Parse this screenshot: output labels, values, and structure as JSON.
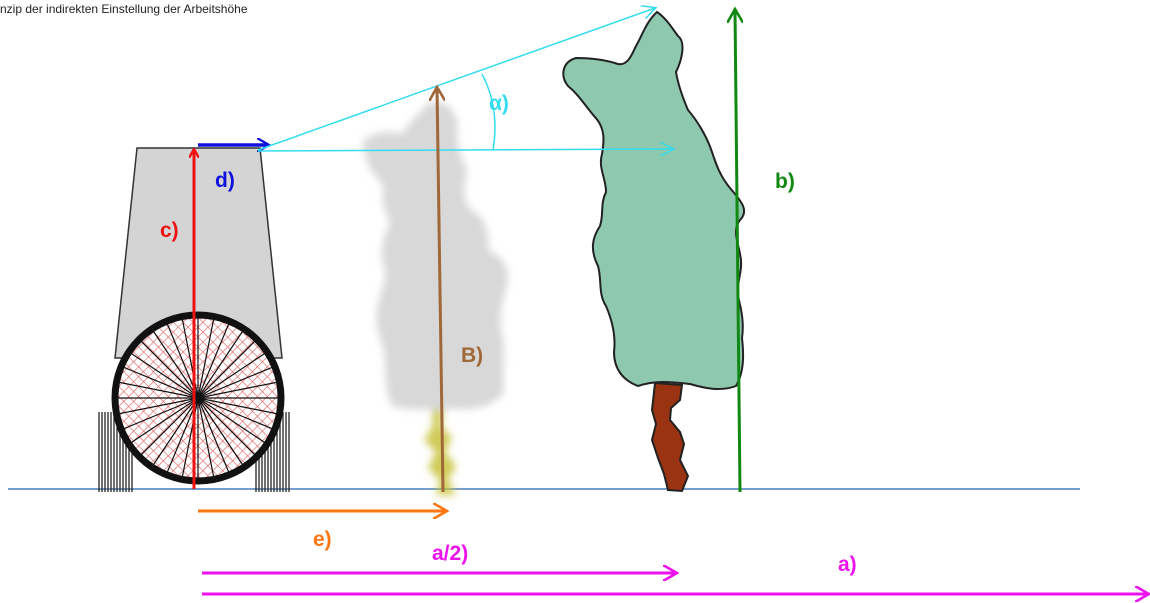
{
  "caption": "nzip der indirekten Einstellung der Arbeitshöhe",
  "labels": {
    "a": "a)",
    "a_half": "a/2)",
    "b": "b)",
    "B": "B)",
    "c": "c)",
    "d": "d)",
    "e": "e)",
    "alpha": "α)"
  },
  "colors": {
    "a": "#ee11ee",
    "a_half": "#ee11ee",
    "b": "#118811",
    "B": "#a06838",
    "c": "#ee1111",
    "d": "#1111dd",
    "e": "#ff7711",
    "alpha": "#33ddee",
    "ground": "#4a7fb8",
    "tree_crown": "#8ec8ae",
    "tree_trunk": "#993311",
    "ghost_crown": "#d8d8d8",
    "ghost_trunk": "#c8c23a",
    "machine_body": "#d4d4d4"
  }
}
